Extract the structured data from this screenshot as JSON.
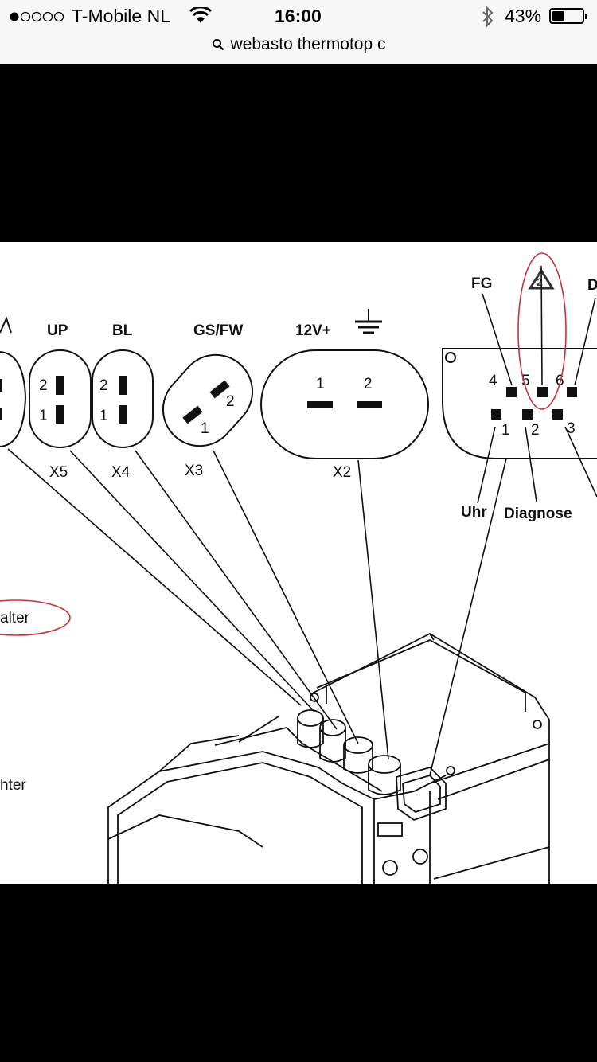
{
  "status_bar": {
    "carrier": "T-Mobile NL",
    "time": "16:00",
    "battery_percent": "43%",
    "battery_level": 0.43,
    "signal_bars_filled": 1,
    "signal_bars_total": 5
  },
  "browser": {
    "url_text": "webasto thermotop c"
  },
  "diagram": {
    "connector_labels": {
      "up": "UP",
      "bl": "BL",
      "gsfw": "GS/FW",
      "v12": "12V+"
    },
    "connector_ids": {
      "x5": "X5",
      "x4": "X4",
      "x3": "X3",
      "x2": "X2"
    },
    "pin_numbers": {
      "x5_pin2": "2",
      "x5_pin1": "1",
      "x4_pin2": "2",
      "x4_pin1": "1",
      "x3_pin1": "1",
      "x3_pin2": "2",
      "x2_pin1": "1",
      "x2_pin2": "2",
      "x1_pin4": "4",
      "x1_pin5": "5",
      "x1_pin6": "6",
      "x1_pin1": "1",
      "x1_pin2": "2",
      "x1_pin3": "3"
    },
    "signal_labels": {
      "fg": "FG",
      "d": "D",
      "uhr": "Uhr",
      "diagnose": "Diagnose"
    },
    "cut_text": {
      "schalter": "alter",
      "fuehter": "hter"
    },
    "warning_number": "2"
  }
}
